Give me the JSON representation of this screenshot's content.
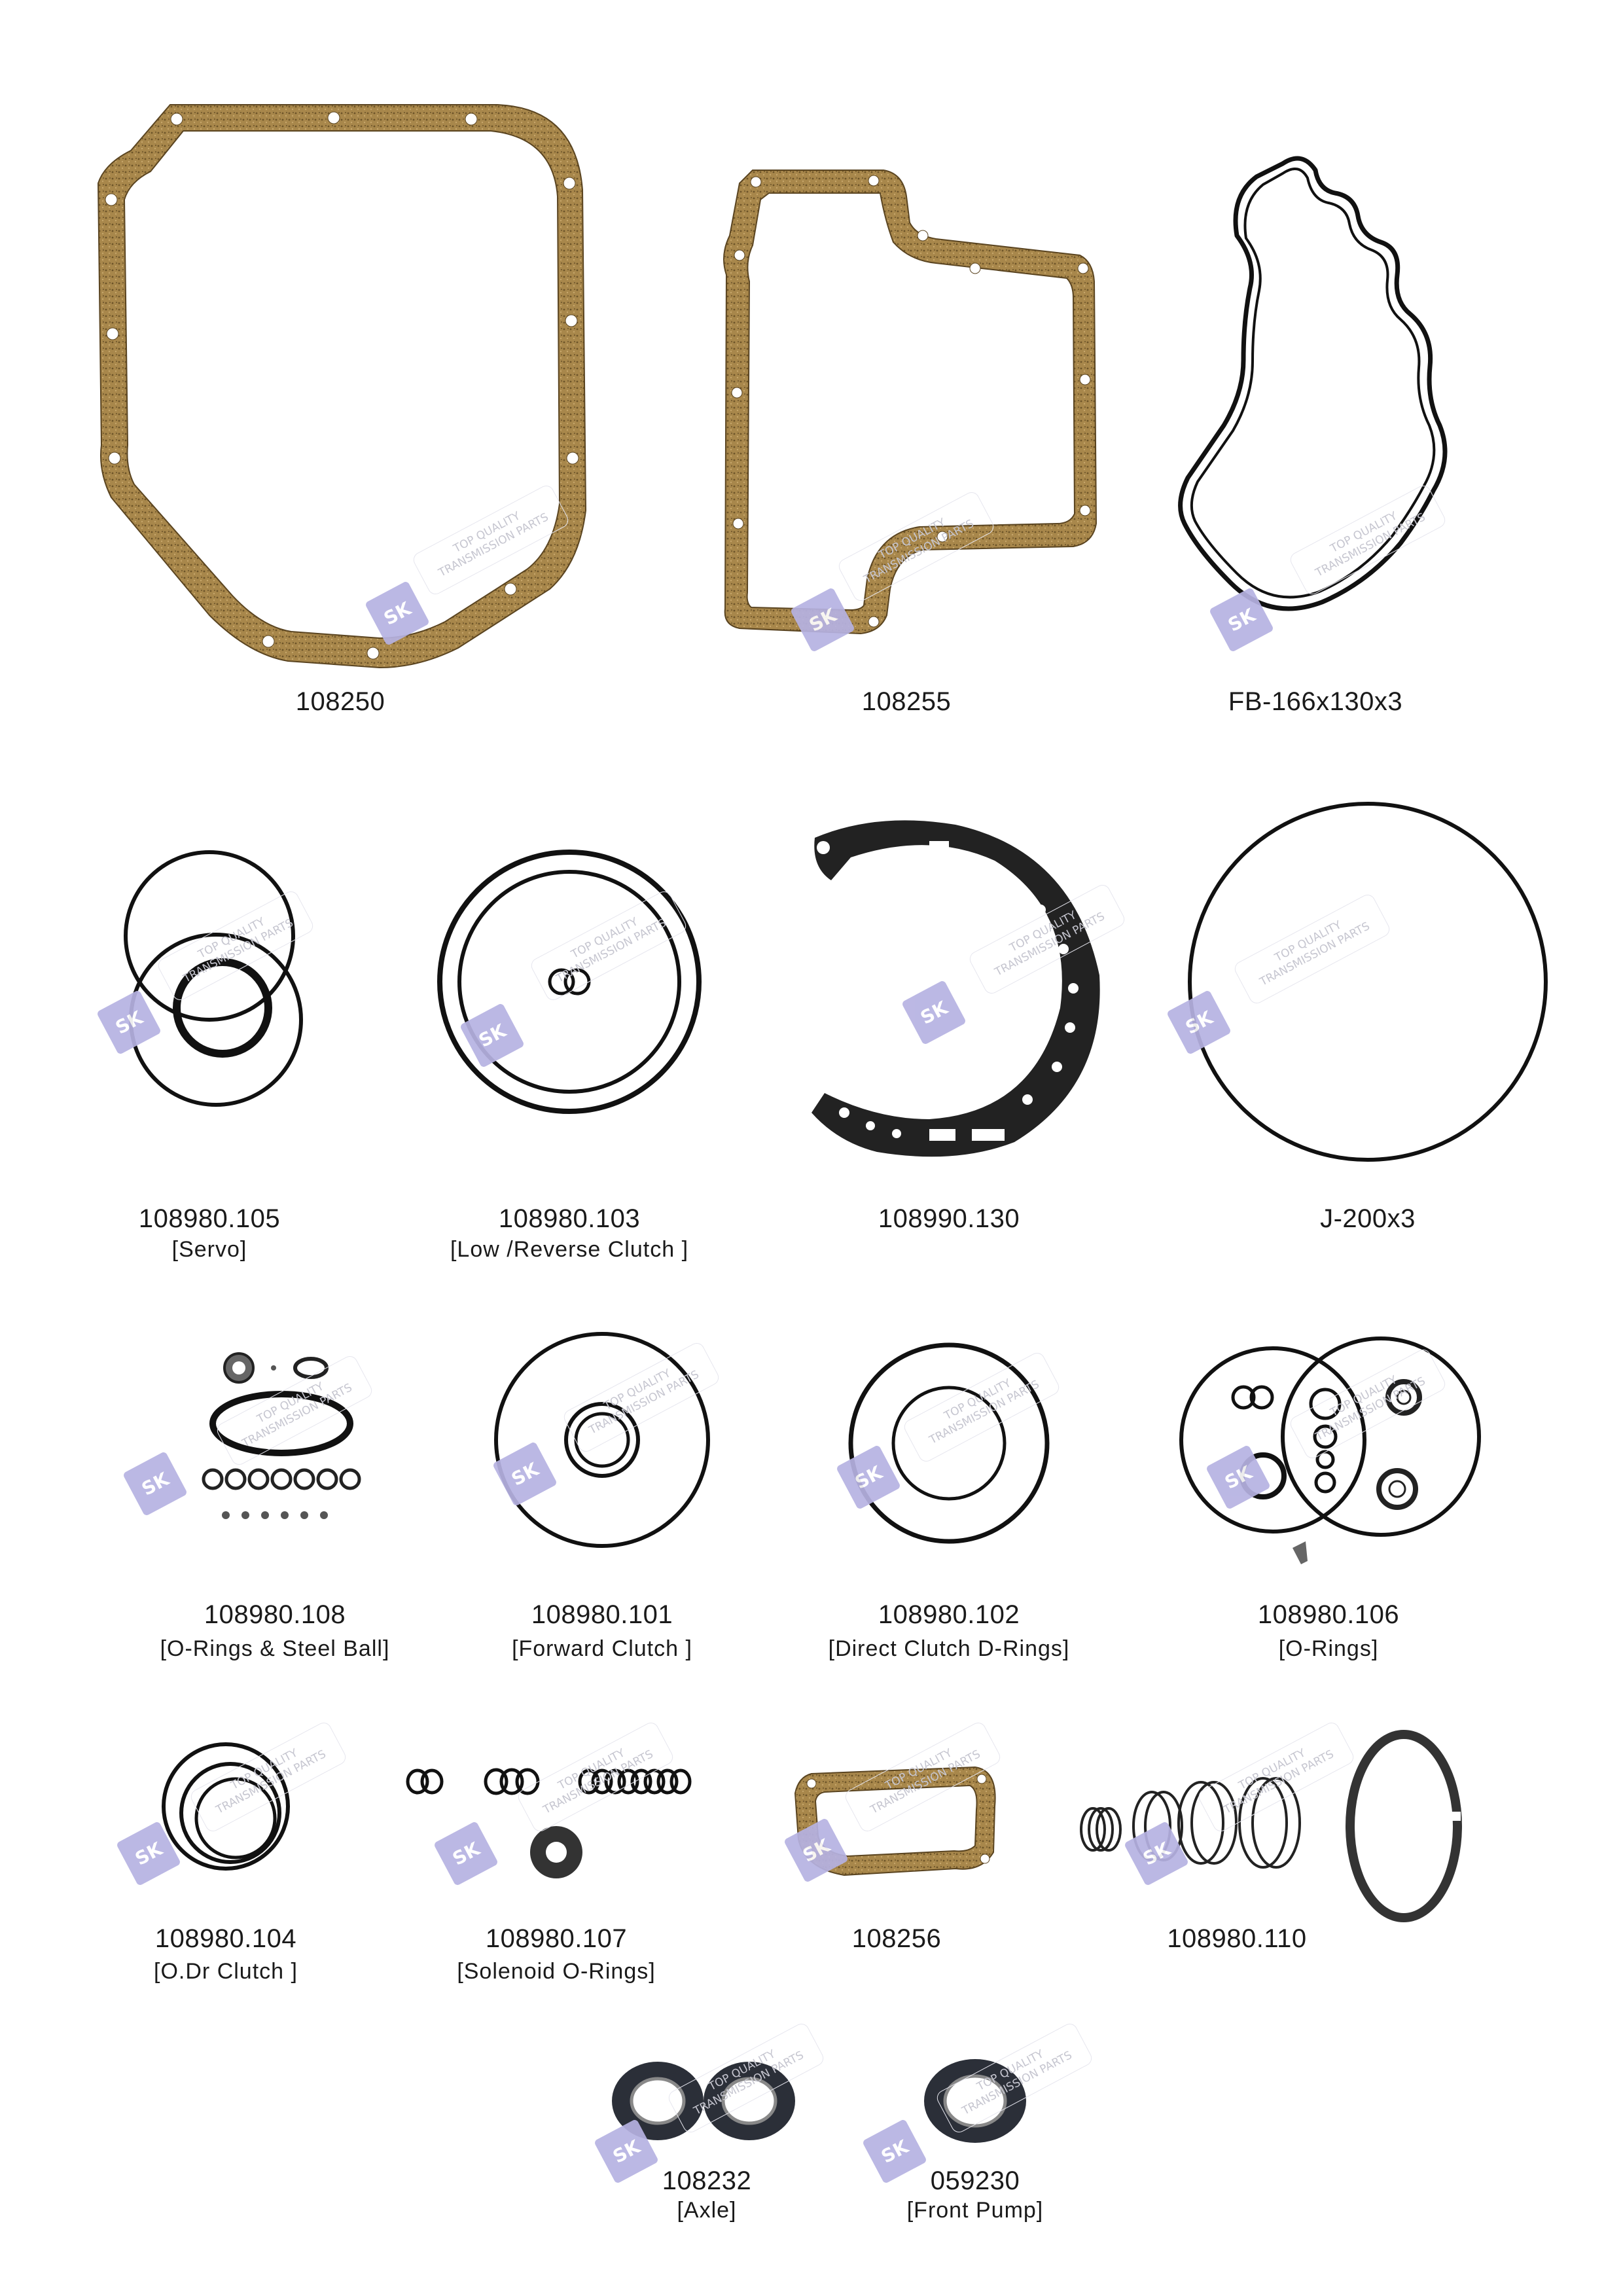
{
  "brand": {
    "badge": "SK",
    "watermark_line1": "TOP QUALITY",
    "watermark_line2": "TRANSMISSION PARTS",
    "badge_color": "#b6b2e2"
  },
  "colors": {
    "cork": "#a8874b",
    "cork_dark": "#6d5428",
    "rubber": "#111111"
  },
  "parts": [
    {
      "code": "108250",
      "desc": ""
    },
    {
      "code": "108255",
      "desc": ""
    },
    {
      "code": "FB-166x130x3",
      "desc": ""
    },
    {
      "code": "108980.105",
      "desc": "[Servo]"
    },
    {
      "code": "108980.103",
      "desc": "[Low /Reverse Clutch ]"
    },
    {
      "code": "108990.130",
      "desc": ""
    },
    {
      "code": "J-200x3",
      "desc": ""
    },
    {
      "code": "108980.108",
      "desc": "[O-Rings & Steel Ball]"
    },
    {
      "code": "108980.101",
      "desc": "[Forward  Clutch ]"
    },
    {
      "code": "108980.102",
      "desc": "[Direct  Clutch D-Rings]"
    },
    {
      "code": "108980.106",
      "desc": "[O-Rings]"
    },
    {
      "code": "108980.104",
      "desc": "[O.Dr Clutch ]"
    },
    {
      "code": "108980.107",
      "desc": "[Solenoid O-Rings]"
    },
    {
      "code": "108256",
      "desc": ""
    },
    {
      "code": "108980.110",
      "desc": ""
    },
    {
      "code": "108232",
      "desc": "[Axle]"
    },
    {
      "code": "059230",
      "desc": "[Front Pump]"
    }
  ]
}
